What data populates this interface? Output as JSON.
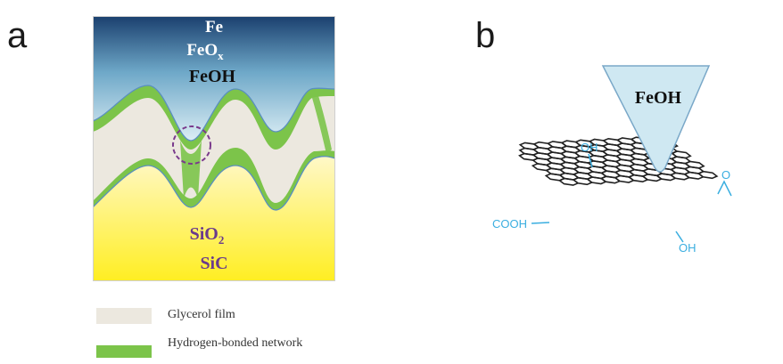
{
  "panels": {
    "a": {
      "letter": "a",
      "top_layers": [
        "Fe",
        "FeO",
        "FeOH"
      ],
      "top_subscript": "x",
      "bottom_layers": [
        "SiO",
        "SiC"
      ],
      "bottom_subscript": "2"
    },
    "b": {
      "letter": "b",
      "tip_label": "FeOH",
      "groups": [
        "OH",
        "O",
        "COOH",
        "OH"
      ]
    }
  },
  "legend": [
    {
      "label": "Glycerol film",
      "color": "#ece8df"
    },
    {
      "label": "Hydrogen-bonded network",
      "color": "#7cc44a"
    }
  ],
  "colors": {
    "iron_top": "#1a3f6e",
    "iron_bottom": "#dceef5",
    "silicon_top": "#fff8b0",
    "silicon_bottom": "#ffee22",
    "glycerol": "#ece8df",
    "hbond": "#7cc44a",
    "interface_line": "#5a8fc0",
    "circle": "#7a3a8c",
    "functional_group": "#3aaee0",
    "graphene": "#222222"
  }
}
